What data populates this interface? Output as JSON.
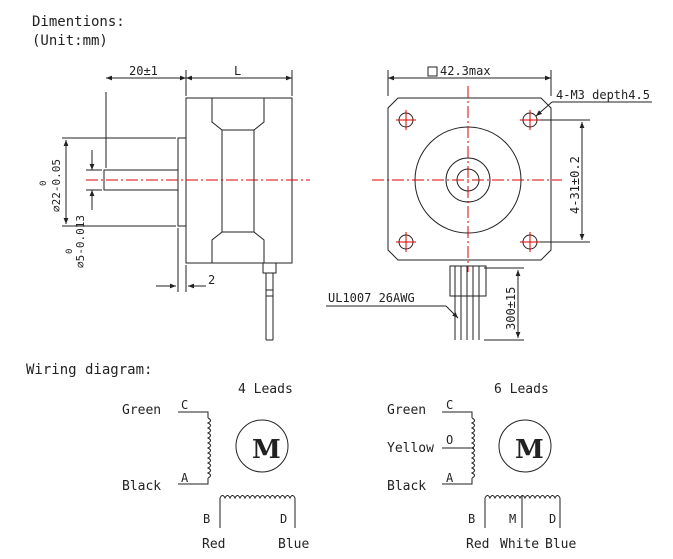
{
  "header": {
    "title": "Dimentions:",
    "unit": "(Unit:mm)"
  },
  "side_view": {
    "shaft_length": "20±1",
    "body_length": "L",
    "boss_dim": "∅22-0.05",
    "boss_tol": "0",
    "shaft_dim": "∅5-0.013",
    "shaft_tol": "0",
    "flange_dim": "2"
  },
  "front_view": {
    "size": "42.3max",
    "holes": "4-M3 depth4.5",
    "hole_spacing": "4-31±0.2",
    "cable": "UL1007 26AWG",
    "cable_length": "300±15"
  },
  "wiring": {
    "title": "Wiring diagram:",
    "motor_label": "M",
    "four_leads": {
      "title": "4 Leads",
      "green": "Green",
      "black": "Black",
      "c": "C",
      "a": "A",
      "b": "B",
      "d": "D",
      "red": "Red",
      "blue": "Blue"
    },
    "six_leads": {
      "title": "6 Leads",
      "green": "Green",
      "yellow": "Yellow",
      "black": "Black",
      "c": "C",
      "o": "O",
      "a": "A",
      "b": "B",
      "m": "M",
      "d": "D",
      "red": "Red",
      "white": "White",
      "blue": "Blue"
    }
  },
  "colors": {
    "line": "#222222",
    "center": "#e00000"
  }
}
